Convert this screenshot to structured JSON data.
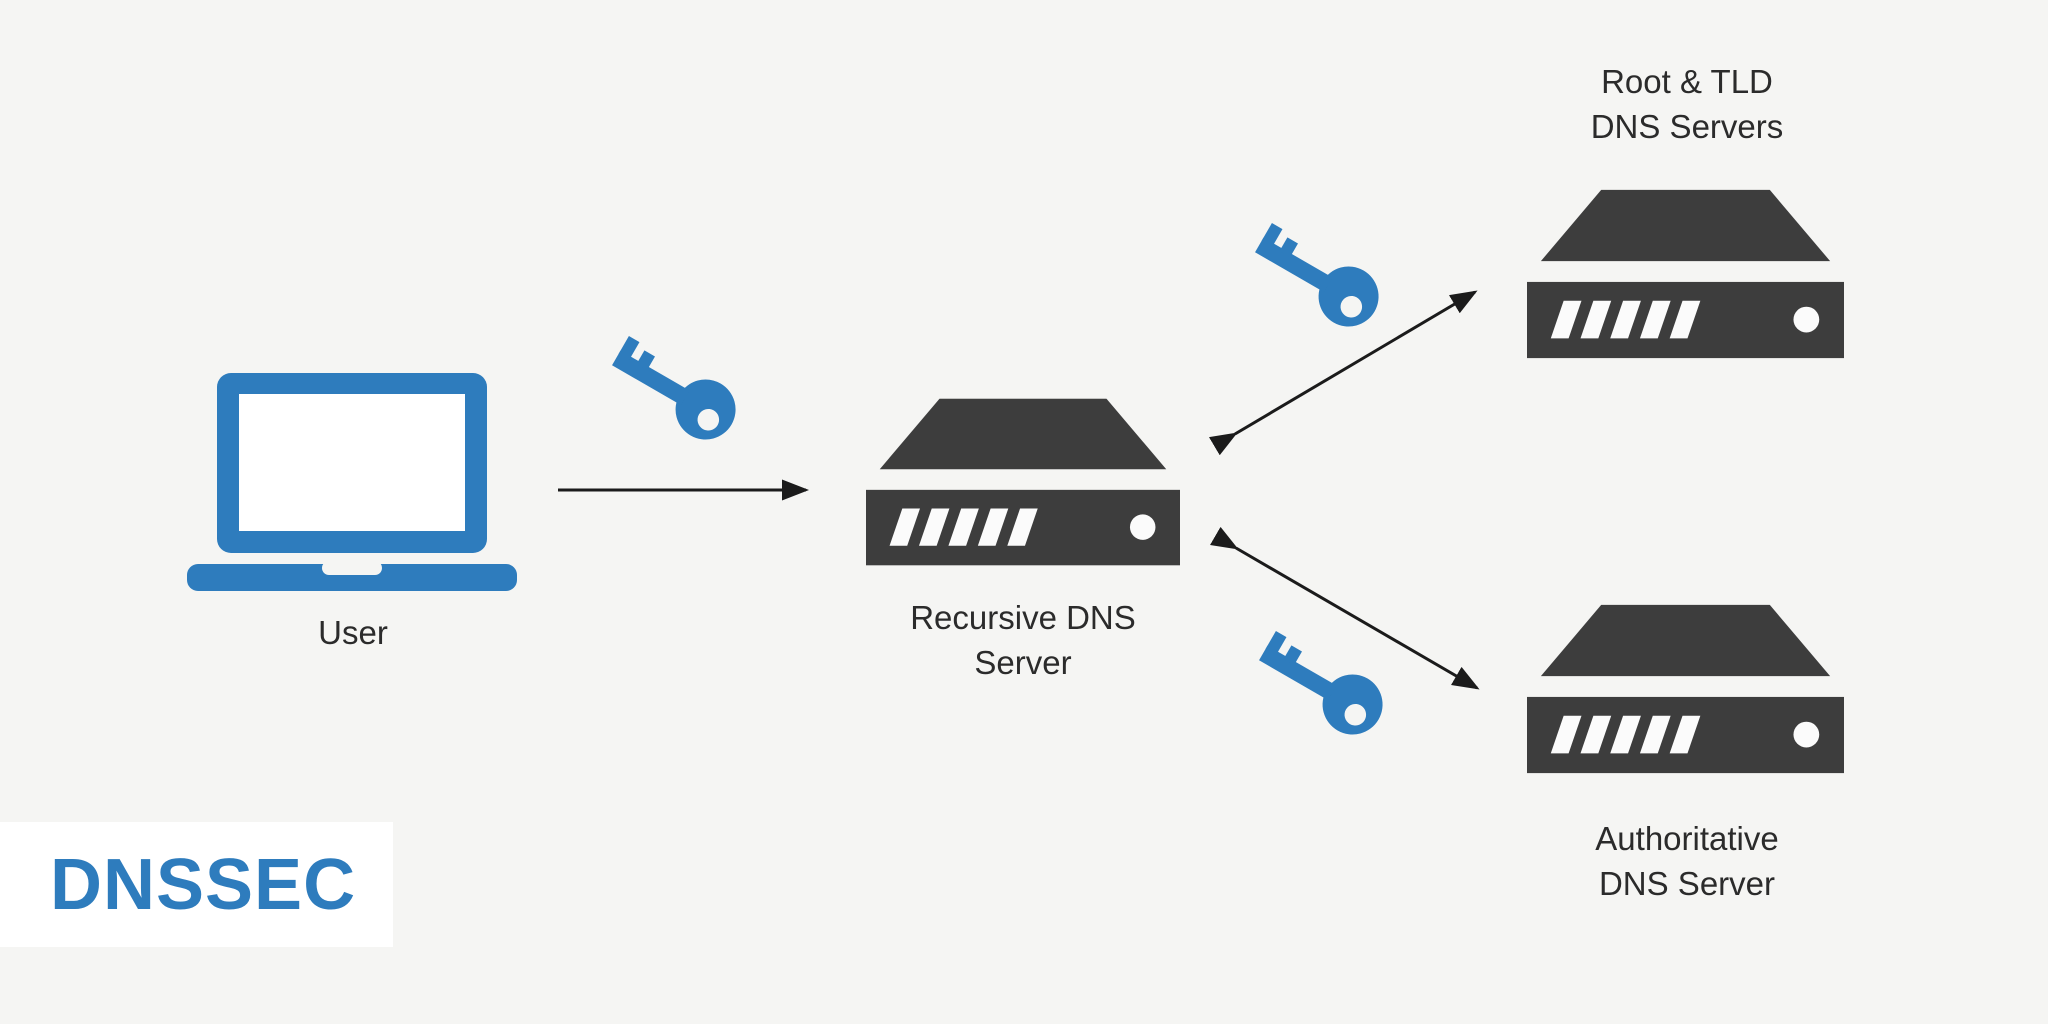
{
  "diagram": {
    "title_badge": {
      "text": "DNSSEC"
    },
    "colors": {
      "accent-blue": "#2e7cbd",
      "device-gray": "#3d3d3d",
      "label-text": "#2b2b2b",
      "arrow-black": "#1b1b1b",
      "background": "#f5f5f3",
      "badge-background": "#ffffff",
      "screen-white": "#ffffff",
      "vent-white": "#fbfbfb"
    },
    "nodes": {
      "user": {
        "label": "User",
        "icon": "laptop-icon"
      },
      "recursive": {
        "label_line1": "Recursive DNS",
        "label_line2": "Server",
        "icon": "server-icon"
      },
      "root_tld": {
        "label_line1": "Root & TLD",
        "label_line2": "DNS Servers",
        "icon": "server-icon"
      },
      "authoritative": {
        "label_line1": "Authoritative",
        "label_line2": "DNS Server",
        "icon": "server-icon"
      }
    },
    "edges": [
      {
        "from": "User",
        "to": "Recursive DNS Server",
        "arrow": "single",
        "key_icon": true
      },
      {
        "from": "Recursive DNS Server",
        "to": "Root & TLD DNS Servers",
        "arrow": "double",
        "key_icon": true
      },
      {
        "from": "Recursive DNS Server",
        "to": "Authoritative DNS Server",
        "arrow": "double",
        "key_icon": true
      }
    ]
  }
}
